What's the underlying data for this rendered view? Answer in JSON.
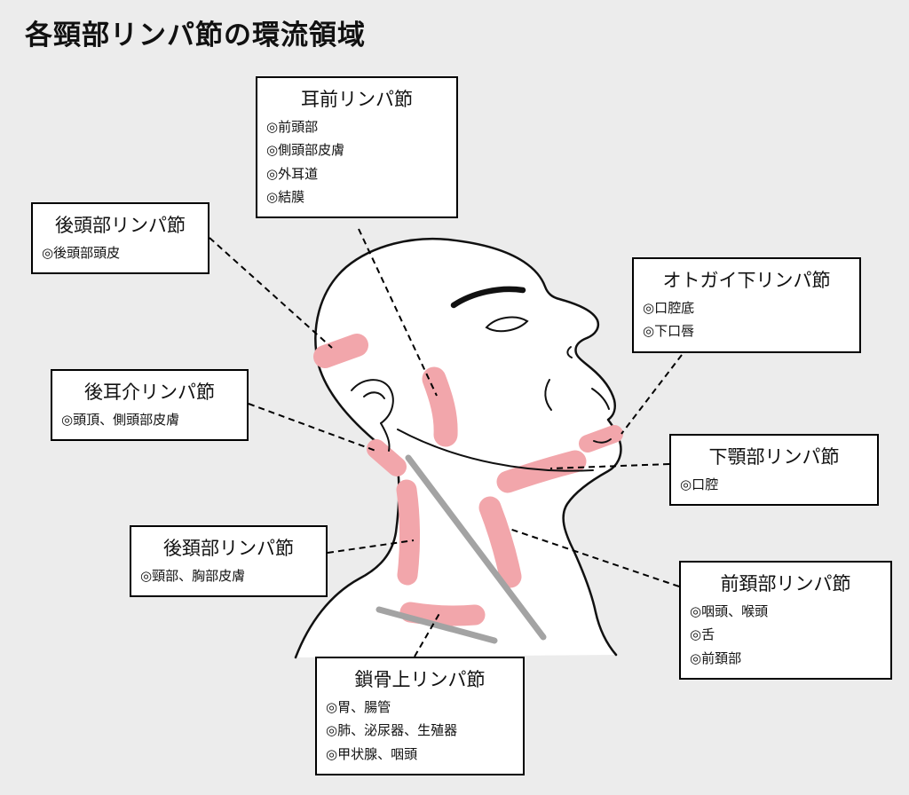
{
  "title": "各頸部リンパ節の環流領域",
  "colors": {
    "background": "#ececec",
    "node_pink": "#f2a6ab",
    "muscle_gray": "#a3a3a3",
    "box_border": "#000000"
  },
  "boxes": {
    "preauricular": {
      "title": "耳前リンパ節",
      "items": [
        "◎前頭部",
        "◎側頭部皮膚",
        "◎外耳道",
        "◎結膜"
      ]
    },
    "occipital": {
      "title": "後頭部リンパ節",
      "items": [
        "◎後頭部頭皮"
      ]
    },
    "submental": {
      "title": "オトガイ下リンパ節",
      "items": [
        "◎口腔底",
        "◎下口唇"
      ]
    },
    "postauricular": {
      "title": "後耳介リンパ節",
      "items": [
        "◎頭頂、側頭部皮膚"
      ]
    },
    "submandibular": {
      "title": "下顎部リンパ節",
      "items": [
        "◎口腔"
      ]
    },
    "posterior_cervical": {
      "title": "後頚部リンパ節",
      "items": [
        "◎頸部、胸部皮膚"
      ]
    },
    "anterior_cervical": {
      "title": "前頚部リンパ節",
      "items": [
        "◎咽頭、喉頭",
        "◎舌",
        "◎前頚部"
      ]
    },
    "supraclavicular": {
      "title": "鎖骨上リンパ節",
      "items": [
        "◎胃、腸管",
        "◎肺、泌尿器、生殖器",
        "◎甲状腺、咽頭"
      ]
    }
  }
}
